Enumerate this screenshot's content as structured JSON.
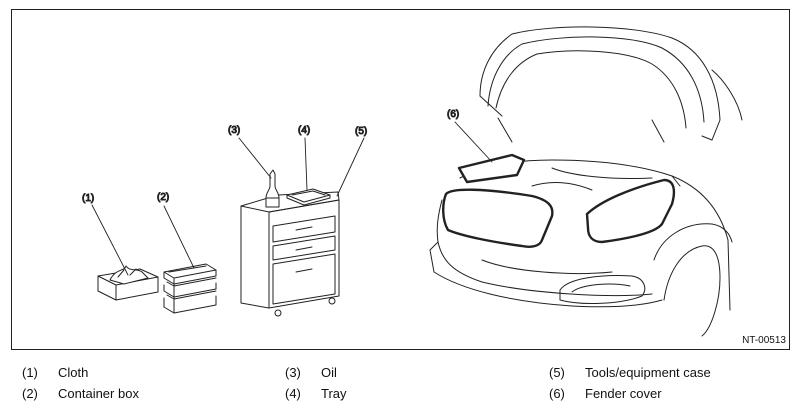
{
  "figure_id": "NT-00513",
  "callouts": [
    "(1)",
    "(2)",
    "(3)",
    "(4)",
    "(5)",
    "(6)"
  ],
  "legend": [
    {
      "num": "(1)",
      "text": "Cloth"
    },
    {
      "num": "(2)",
      "text": "Container box"
    },
    {
      "num": "(3)",
      "text": "Oil"
    },
    {
      "num": "(4)",
      "text": "Tray"
    },
    {
      "num": "(5)",
      "text": "Tools/equipment case"
    },
    {
      "num": "(6)",
      "text": "Fender cover"
    }
  ]
}
